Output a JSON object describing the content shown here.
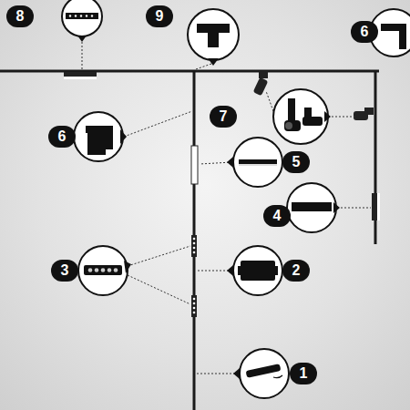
{
  "diagram": {
    "labels": [
      "8",
      "9",
      "6",
      "6",
      "7",
      "5",
      "4",
      "3",
      "2",
      "1"
    ]
  }
}
